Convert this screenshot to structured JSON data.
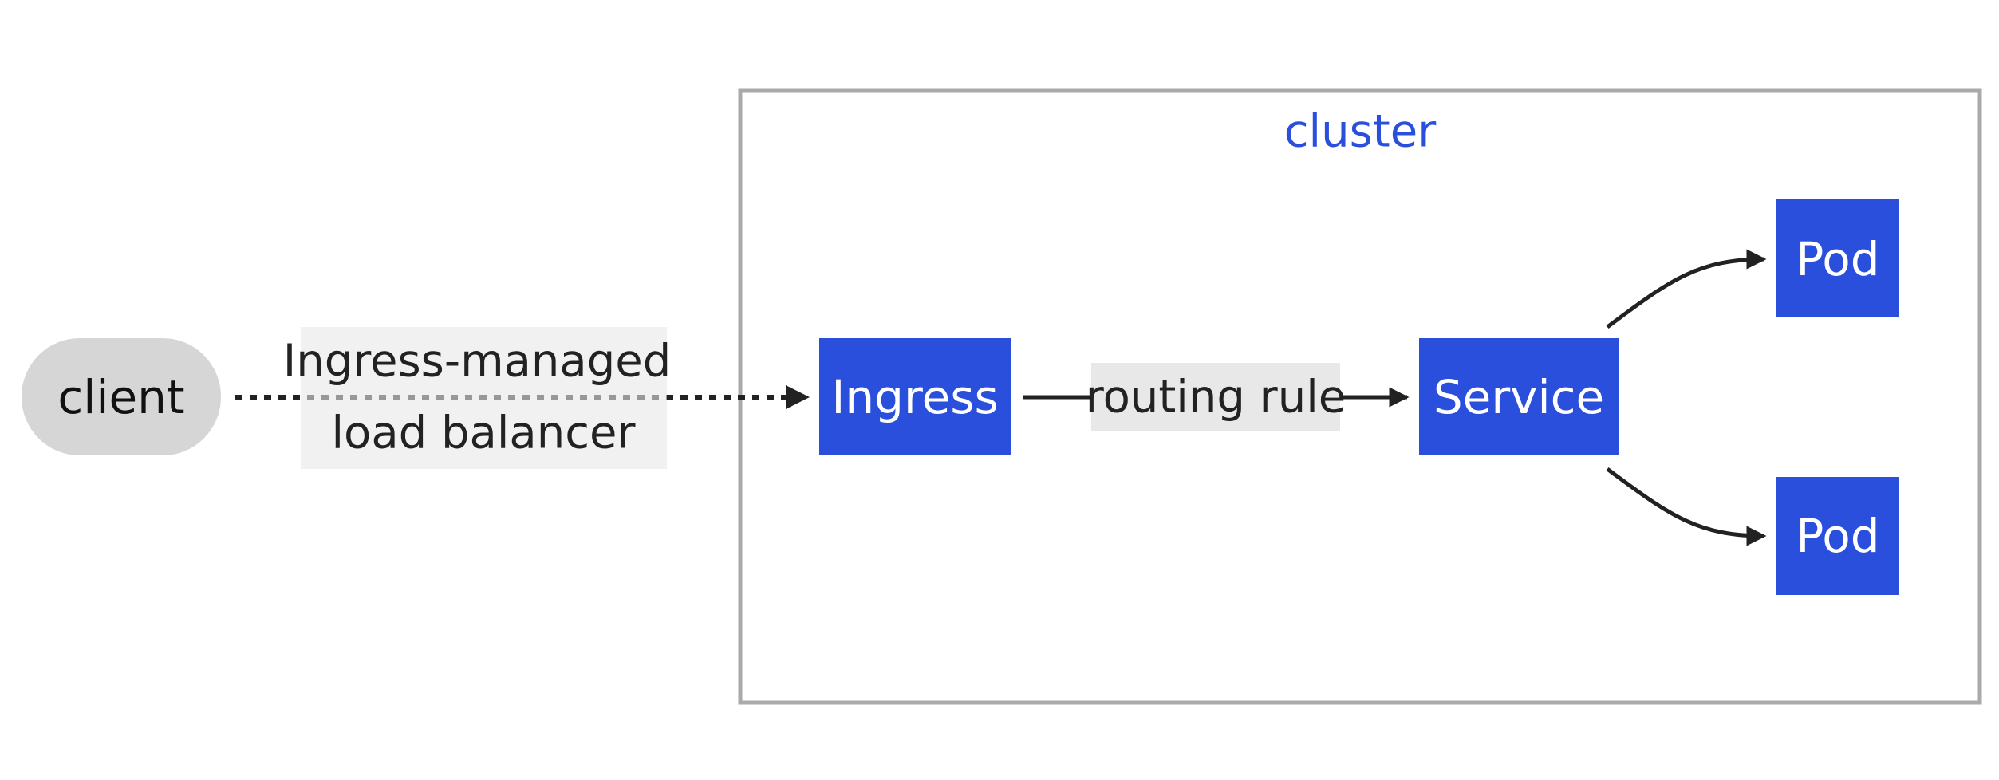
{
  "colors": {
    "node_fill": "#2a4fdc",
    "node_text": "#ffffff",
    "client_fill": "#d6d6d6",
    "cluster_border": "#aaaaaa",
    "cluster_title": "#2a4fdc",
    "edge": "#222222",
    "label_bg": "#e8e8e8"
  },
  "nodes": {
    "client": "client",
    "ingress": "Ingress",
    "service": "Service",
    "pod_top": "Pod",
    "pod_bottom": "Pod"
  },
  "cluster": {
    "title": "cluster"
  },
  "edges": {
    "client_to_ingress": {
      "label_line1": "Ingress-managed",
      "label_line2": "load balancer",
      "style": "dotted"
    },
    "ingress_to_service": {
      "label": "routing rule",
      "style": "solid"
    },
    "service_to_pods": {
      "style": "solid"
    }
  }
}
